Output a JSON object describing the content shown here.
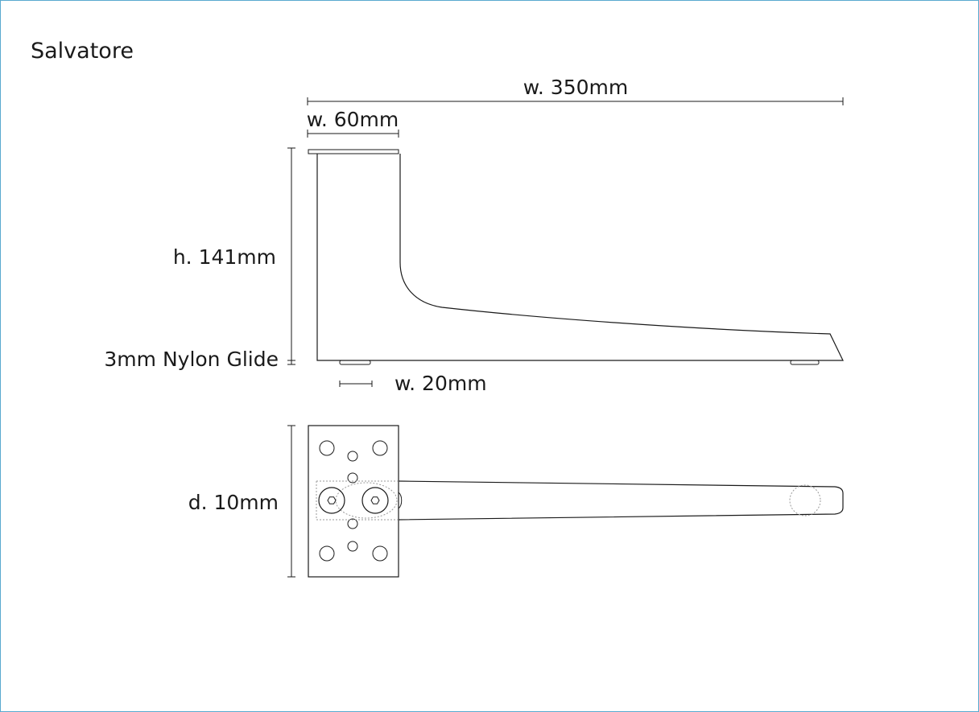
{
  "title": "Salvatore",
  "dimensions": {
    "total_width": "w. 350mm",
    "plate_width": "w. 60mm",
    "height": "h. 141mm",
    "glide": "3mm Nylon Glide",
    "glide_width": "w. 20mm",
    "depth": "d. 10mm"
  },
  "colors": {
    "frame_border": "#5aa9cf",
    "line": "#1a1a1a",
    "hidden_line": "#9a9a9a"
  }
}
